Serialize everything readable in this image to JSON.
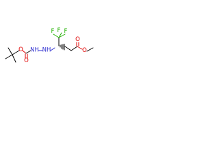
{
  "molecule": {
    "colors": {
      "carbon": "#000000",
      "oxygen": "#e00000",
      "nitrogen": "#3030d0",
      "fluorine": "#20b000"
    },
    "labels": {
      "f_top_left": "F",
      "f_top_mid": "F",
      "f_top_right": "F",
      "o_carbamate_carbonyl": "O",
      "o_carbamate_ether": "O",
      "n_carbamate": "NH",
      "n_hydrazine": "NH",
      "o_ester_carbonyl": "O",
      "o_ester_ether": "O"
    }
  }
}
